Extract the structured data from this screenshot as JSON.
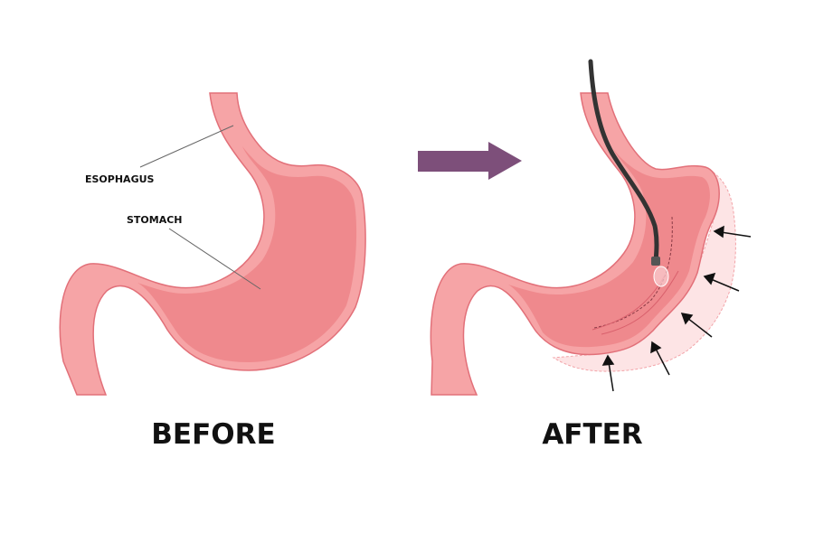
{
  "labels": {
    "esophagus": "ESOPHAGUS",
    "stomach": "STOMACH",
    "before": "BEFORE",
    "after": "AFTER"
  },
  "colors": {
    "wall": "#f6a4a6",
    "wall_stroke": "#e27079",
    "lumen": "#ef898d",
    "removed_region": "#fde4e5",
    "removed_stroke": "#f2a3a8",
    "transition_arrow": "#7d4f7a",
    "endoscope": "#333333",
    "pressure_arrow": "#111111"
  }
}
